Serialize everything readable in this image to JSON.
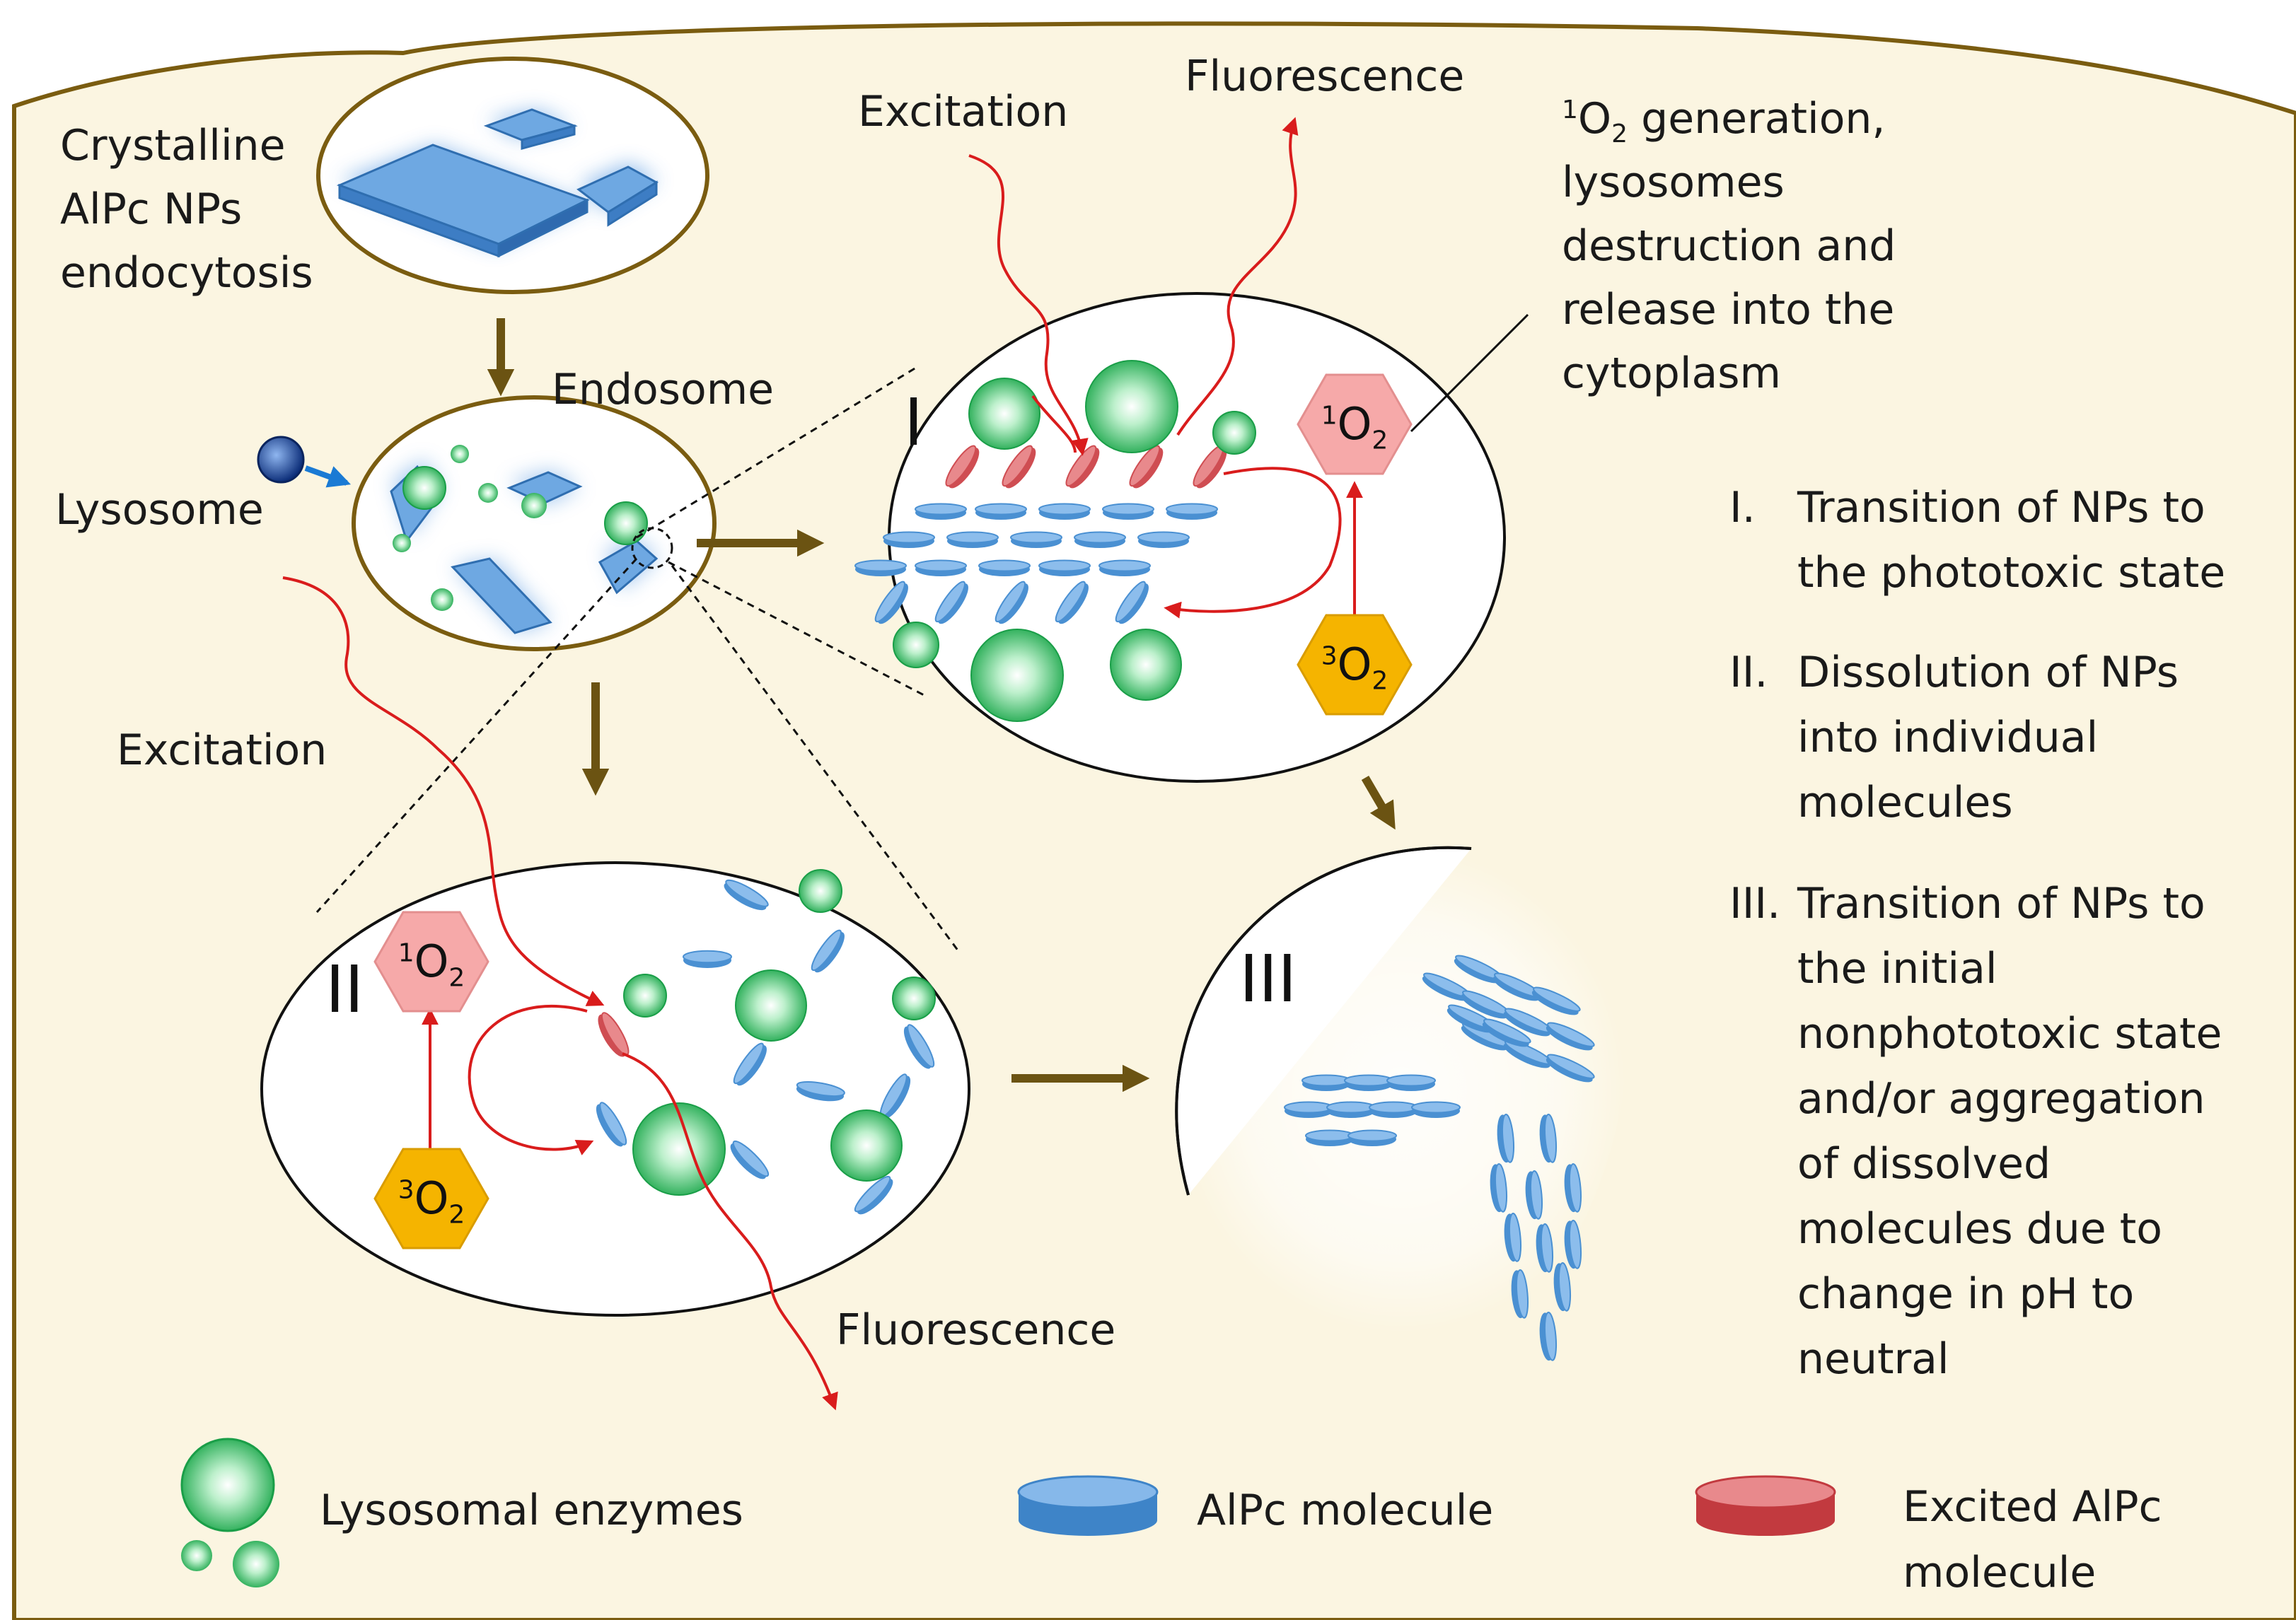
{
  "labels": {
    "crystalline": [
      "Crystalline",
      "AlPc NPs",
      "endocytosis"
    ],
    "endosome": "Endosome",
    "lysosome": "Lysosome",
    "excitation_top": "Excitation",
    "excitation_left": "Excitation",
    "fluorescence_top": "Fluorescence",
    "fluorescence_bottom": "Fluorescence",
    "singlet_oxygen_note": {
      "line1_rest": " generation,",
      "lines": [
        "lysosomes",
        "destruction and",
        "release into the",
        "cytoplasm"
      ]
    },
    "roman_I": "I",
    "roman_II": "II",
    "roman_III": "III"
  },
  "oxygen": {
    "singlet_sup": "1",
    "triplet_sup": "3",
    "symbol": "O",
    "sub": "2"
  },
  "stages": [
    {
      "num": "I.",
      "text": "Transition of NPs to the phototoxic state"
    },
    {
      "num": "II.",
      "text": "Dissolution of NPs into individual molecules"
    },
    {
      "num": "III.",
      "text": "Transition of NPs to the initial nonphototoxic state and/or aggregation of dissolved molecules due to change in pH to neutral"
    }
  ],
  "legend": {
    "enzymes": "Lysosomal enzymes",
    "molecule": "AlPc molecule",
    "excited": [
      "Excited AlPc",
      "molecule"
    ]
  },
  "colors": {
    "cell_fill": "#fbf5e1",
    "membrane": "#7a5c10",
    "arrow": "#6b5312",
    "molecule": "#4a90d2",
    "excited": "#cf4d52",
    "enzyme": "#2fb55f",
    "singlet_o2": "#f6a9a9",
    "triplet_o2": "#f5b400",
    "red_path": "#d91c1c"
  }
}
